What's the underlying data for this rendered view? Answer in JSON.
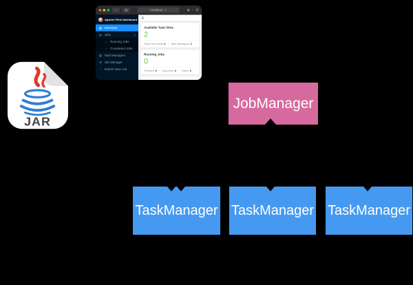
{
  "diagram": {
    "background_color": "#000000",
    "jar": {
      "label": "JAR"
    },
    "job_manager": {
      "label": "JobManager",
      "color": "#d66a9e"
    },
    "task_managers": [
      {
        "label": "TaskManager"
      },
      {
        "label": "TaskManager"
      },
      {
        "label": "TaskManager"
      }
    ],
    "task_manager_color": "#4699f0"
  },
  "window": {
    "address": "localhost",
    "icons": {
      "back": "‹",
      "forward": "›",
      "sidebar": "▥",
      "reload": "↻",
      "shield": "◉",
      "share": "↑",
      "tabs": "⊞"
    }
  },
  "dashboard": {
    "brand": "Apache Flink Dashboard",
    "menu_icon": "≡",
    "accent_selected": "#1890ff",
    "accent_value_green": "#76bf3d",
    "sidebar_items": [
      {
        "glyph": "▦",
        "label": "Overview"
      },
      {
        "glyph": "▤",
        "label": "Jobs",
        "caret": "▴"
      },
      {
        "glyph": "○",
        "label": "Running Jobs"
      },
      {
        "glyph": "○",
        "label": "Completed Jobs"
      },
      {
        "glyph": "▥",
        "label": "Task Managers"
      },
      {
        "glyph": "⚙",
        "label": "Job Manager"
      },
      {
        "glyph": "↑",
        "label": "Submit New Job"
      }
    ],
    "cards": [
      {
        "title": "Available Task Slots",
        "value": "2",
        "stats": [
          {
            "label": "Total Task Slots",
            "value": "2"
          },
          {
            "label": "Task Managers",
            "value": "1"
          }
        ]
      },
      {
        "title": "Running Jobs",
        "value": "0",
        "stats": [
          {
            "label": "Finished",
            "value": "0"
          },
          {
            "label": "Canceled",
            "value": "0"
          },
          {
            "label": "Failed",
            "value": "0"
          }
        ]
      },
      {
        "title": "",
        "value": "",
        "stats": []
      }
    ]
  }
}
